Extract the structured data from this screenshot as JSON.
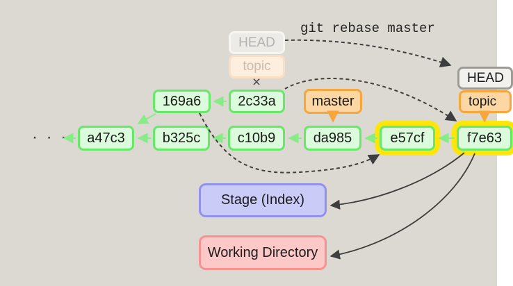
{
  "command": "git rebase master",
  "graph": {
    "ellipsis": "· · ·",
    "severed_mark": "×",
    "commits": {
      "main": [
        "a47c3",
        "b325c",
        "c10b9",
        "da985",
        "e57cf",
        "f7e63"
      ],
      "topic_old": [
        "169a6",
        "2c33a"
      ],
      "highlighted": [
        "e57cf",
        "f7e63"
      ]
    },
    "refs": {
      "master_label": "master",
      "old_head_label": "HEAD",
      "old_topic_label": "topic",
      "new_head_label": "HEAD",
      "new_topic_label": "topic"
    }
  },
  "areas": {
    "stage_label": "Stage (Index)",
    "working_label": "Working Directory"
  },
  "colors": {
    "background": "#dcd8d2",
    "commit_fill": "#dcfadc",
    "commit_border": "#68e868",
    "highlight_yellow": "#ffe60a",
    "ref_orange_fill": "#fcd7a4",
    "ref_orange_border": "#f7a63c",
    "stage_fill": "#cbcbf8",
    "stage_border": "#9191ef",
    "working_fill": "#fdc8c8",
    "working_border": "#f79292",
    "arrow_green": "#86ec86",
    "arrow_dark": "#3e3e3e"
  }
}
